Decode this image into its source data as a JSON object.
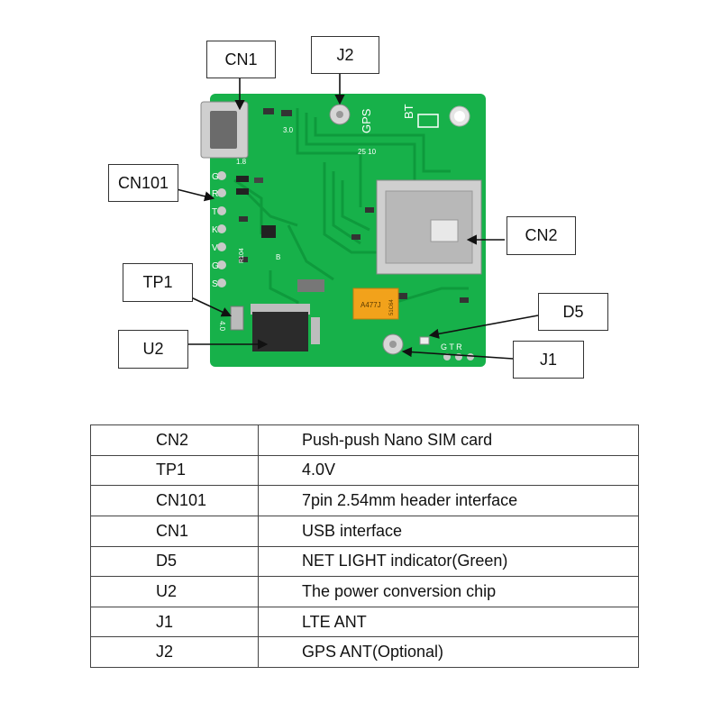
{
  "labels": {
    "cn1": "CN1",
    "j2": "J2",
    "cn101": "CN101",
    "cn2": "CN2",
    "tp1": "TP1",
    "d5": "D5",
    "u2": "U2",
    "j1": "J1"
  },
  "silkscreen": {
    "gps": "GPS",
    "bt": "BT",
    "v30": "3.0",
    "n18": "1.8",
    "n2510": "25 10",
    "pins": [
      "G",
      "R",
      "T",
      "K",
      "V",
      "G",
      "S"
    ],
    "v40": "4.0",
    "r104": "R104",
    "b": "B",
    "cap": "A477J",
    "cap2": "51C64",
    "gtr": "G T R"
  },
  "table": {
    "rows": [
      {
        "ref": "CN2",
        "desc": "Push-push Nano SIM card"
      },
      {
        "ref": "TP1",
        "desc": "4.0V"
      },
      {
        "ref": "CN101",
        "desc": "7pin 2.54mm header interface"
      },
      {
        "ref": "CN1",
        "desc": "USB interface"
      },
      {
        "ref": "D5",
        "desc": "NET LIGHT indicator(Green)"
      },
      {
        "ref": "U2",
        "desc": "The power conversion chip"
      },
      {
        "ref": "J1",
        "desc": "LTE ANT"
      },
      {
        "ref": "J2",
        "desc": "GPS ANT(Optional)"
      }
    ]
  },
  "colors": {
    "pcb": "#17b14a",
    "trace": "#0e9a3c",
    "silk": "#ffffff",
    "pad": "#c9c9c9",
    "cap": "#f2a21b"
  }
}
